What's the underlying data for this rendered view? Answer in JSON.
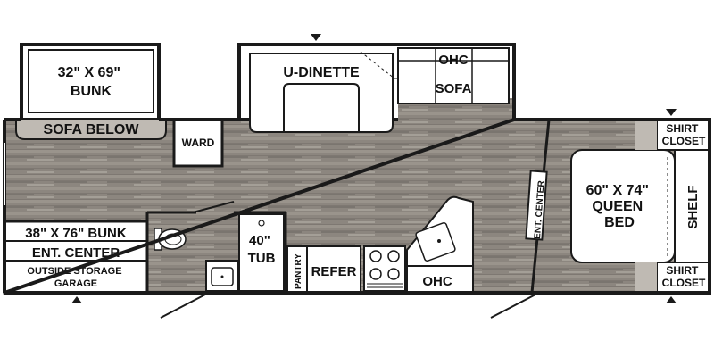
{
  "floorplan": {
    "colors": {
      "wall": "#1a1a1a",
      "floor": "#8c867f",
      "floor_light": "#a29c94",
      "floor_dark": "#6f6a64",
      "cushion": "#bfbab3",
      "fixture": "#ffffff"
    },
    "labels": {
      "upper_bunk": [
        "32\" X 69\"",
        "BUNK"
      ],
      "sofa_below": "SOFA BELOW",
      "ward": "WARD",
      "u_dinette": "U-DINETTE",
      "ohc_top": "OHC",
      "sofa": "SOFA",
      "lower_bunk": "38\" X 76\" BUNK",
      "ent_center_left": "ENT. CENTER",
      "outside_storage": [
        "OUTSIDE STORAGE",
        "GARAGE"
      ],
      "tub": [
        "40\"",
        "TUB"
      ],
      "pantry": "PANTRY",
      "refer": "REFER",
      "ohc_kitchen": "OHC",
      "ent_center_vertical": "ENT. CENTER",
      "queen_bed": [
        "60\" X 74\"",
        "QUEEN",
        "BED"
      ],
      "shelf": "SHELF",
      "shirt_closet_top": [
        "SHIRT",
        "CLOSET"
      ],
      "shirt_closet_bottom": [
        "SHIRT",
        "CLOSET"
      ]
    },
    "icons": [
      "toilet-icon",
      "sink-icon",
      "stove-icon",
      "kitchen-sink-icon",
      "slide-out-arrow-icon"
    ]
  }
}
